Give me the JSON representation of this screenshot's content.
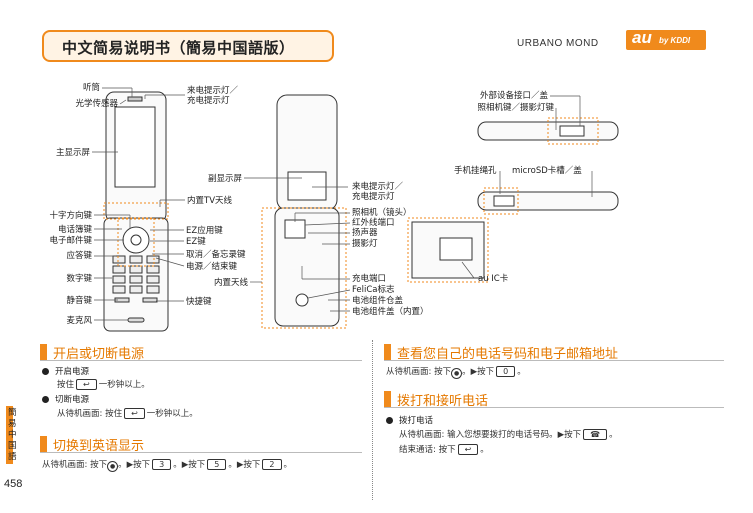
{
  "header": {
    "title": "中文简易说明书（簡易中国語版）",
    "model": "URBANO MOND",
    "logo_main": "au",
    "logo_sub": "by KDDI"
  },
  "diagram": {
    "front": {
      "earpiece": "听筒",
      "light_sensor": "光学传感器",
      "incoming_lamp": "来电提示灯／",
      "charge_lamp": "充电提示灯",
      "main_display": "主显示屏",
      "tv_antenna": "内置TV天线",
      "cross_key": "十字方向键",
      "phonebook_key": "电话簿键",
      "email_key": "电子邮件键",
      "ez_app_key": "EZ应用键",
      "ez_key": "EZ键",
      "answer_key": "应答键",
      "cancel_key": "取消／备忘录键",
      "power_key": "电源／结束键",
      "number_keys": "数字键",
      "internal_antenna": "内置天线",
      "silent_key": "静音键",
      "shortcut_key": "快捷键",
      "microphone": "麦克风"
    },
    "back": {
      "sub_display": "副显示屏",
      "incoming_lamp": "来电提示灯／",
      "charge_lamp": "充电提示灯",
      "camera_lens": "照相机（镜头）",
      "infrared_port": "红外线端口",
      "speaker": "扬声器",
      "photo_light": "摄影灯",
      "charge_terminal": "充电端口",
      "felica_mark": "FeliCa标志",
      "battery_compartment": "电池组件仓盖",
      "battery_cover": "电池组件盖（内置）",
      "au_ic_card": "au IC卡"
    },
    "side": {
      "external_port": "外部设备接口／盖",
      "camera_key": "照相机键／摄影灯键",
      "strap_hole": "手机挂绳孔",
      "microsd_slot": "microSD卡槽／盖"
    }
  },
  "sections": {
    "power": {
      "heading": "开启或切断电源",
      "item1": "开启电源",
      "item1_text_pre": "按住",
      "item1_text_post": "一秒钟以上。",
      "item2": "切断电源",
      "item2_text_pre": "从待机画面: 按住",
      "item2_text_post": "一秒钟以上。"
    },
    "english": {
      "heading": "切换到英语显示",
      "text_pre": "从待机画面: 按下",
      "step": "。▶按下",
      "k1": "3",
      "k2": "5",
      "k3": "2",
      "end": "。"
    },
    "mynumber": {
      "heading": "查看您自己的电话号码和电子邮箱地址",
      "text_pre": "从待机画面: 按下",
      "step": "。▶按下",
      "k1": "0",
      "end": "。"
    },
    "call": {
      "heading": "拨打和接听电话",
      "item1": "拨打电话",
      "text1_pre": "从待机画面: 输入您想要拨打的电话号码。▶按下",
      "text1_end": "。",
      "text2_pre": "结束通话: 按下",
      "text2_end": "。"
    }
  },
  "sidebar": {
    "label": "簡易中国語"
  },
  "page_number": "458",
  "colors": {
    "accent": "#f08a1c"
  }
}
